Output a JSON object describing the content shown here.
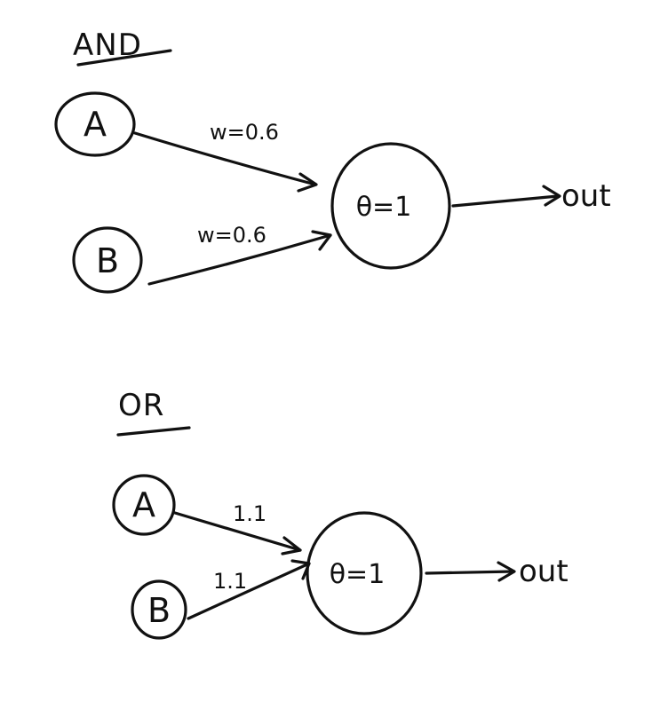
{
  "and_gate": {
    "title": "AND",
    "input_a": "A",
    "input_b": "B",
    "weight_a": "w=0.6",
    "weight_b": "w=0.6",
    "threshold": "θ=1",
    "output": "out"
  },
  "or_gate": {
    "title": "OR",
    "input_a": "A",
    "input_b": "B",
    "weight_a": "1.1",
    "weight_b": "1.1",
    "threshold": "θ=1",
    "output": "out"
  },
  "colors": {
    "ink": "#111111",
    "background": "#ffffff"
  }
}
